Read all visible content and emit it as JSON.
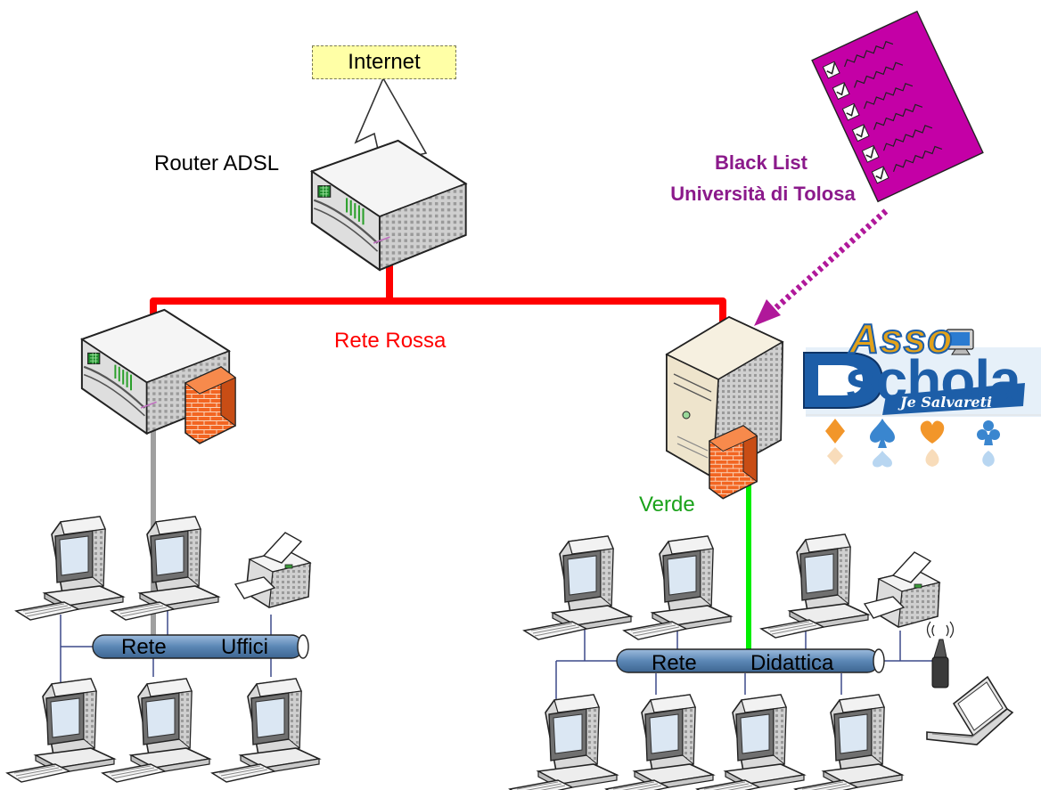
{
  "internet": {
    "label": "Internet"
  },
  "router": {
    "label": "Router ADSL"
  },
  "networks": {
    "rossa": {
      "label": "Rete Rossa",
      "color": "#ff0000"
    },
    "verde": {
      "label": "Verde",
      "color": "#00ee00"
    },
    "uffici": {
      "word1": "Rete",
      "word2": "Uffici"
    },
    "didattica": {
      "word1": "Rete",
      "word2": "Didattica"
    }
  },
  "blacklist": {
    "title": "Black List",
    "subtitle": "Università di Tolosa",
    "color": "#8b1a8b"
  },
  "logo": {
    "part1": "Asso",
    "part2": "schola",
    "tagline": "Je Salvareti",
    "letter": "D"
  },
  "colors": {
    "bus": "#5b87b5",
    "uplink_gray": "#a0a0a0",
    "firewall": "#f26522",
    "list_card": "#c400a6",
    "logo_blue": "#1d5ea8",
    "logo_gold": "#e2a21a"
  }
}
